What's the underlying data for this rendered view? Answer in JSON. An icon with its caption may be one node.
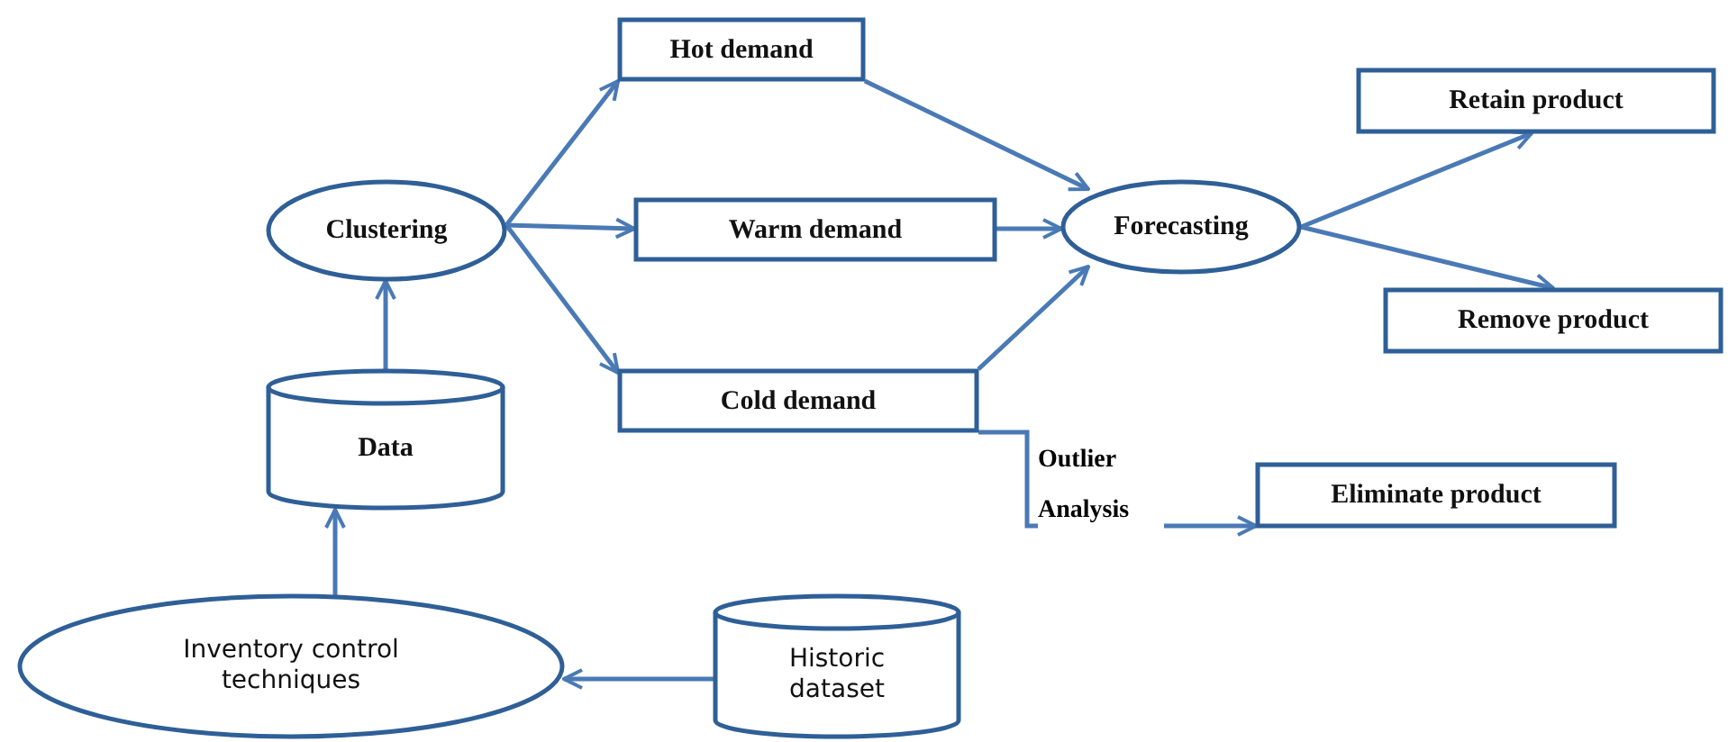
{
  "diagram": {
    "nodes": [
      {
        "text": [
          "Clustering"
        ]
      },
      {
        "text": [
          "Hot demand"
        ]
      },
      {
        "text": [
          "Warm demand"
        ]
      },
      {
        "text": [
          "Cold demand"
        ]
      },
      {
        "text": [
          "Forecasting"
        ]
      },
      {
        "text": [
          "Retain product"
        ]
      },
      {
        "text": [
          "Remove product"
        ]
      },
      {
        "text": [
          "Data"
        ]
      },
      {
        "text": [
          "Eliminate product"
        ]
      },
      {
        "text": [
          "Inventory control techniques"
        ]
      },
      {
        "text": [
          "Historic dataset"
        ]
      }
    ],
    "edges": [
      {
        "from": 0,
        "to": 1,
        "arrow": "to"
      },
      {
        "from": 0,
        "to": 2,
        "arrow": "to"
      },
      {
        "from": 0,
        "to": 3,
        "arrow": "to"
      },
      {
        "from": 1,
        "to": 4,
        "arrow": "to"
      },
      {
        "from": 2,
        "to": 4,
        "arrow": "to"
      },
      {
        "from": 3,
        "to": 4,
        "arrow": "to"
      },
      {
        "from": 4,
        "to": 5,
        "arrow": "to"
      },
      {
        "from": 4,
        "to": 6,
        "arrow": "to"
      },
      {
        "from": 3,
        "to": 8,
        "arrow": "to",
        "label": "Outlier Analysis"
      },
      {
        "from": 7,
        "to": 0,
        "arrow": "to"
      },
      {
        "from": 9,
        "to": 7,
        "arrow": "to"
      },
      {
        "from": 10,
        "to": 9,
        "arrow": "to"
      }
    ]
  }
}
